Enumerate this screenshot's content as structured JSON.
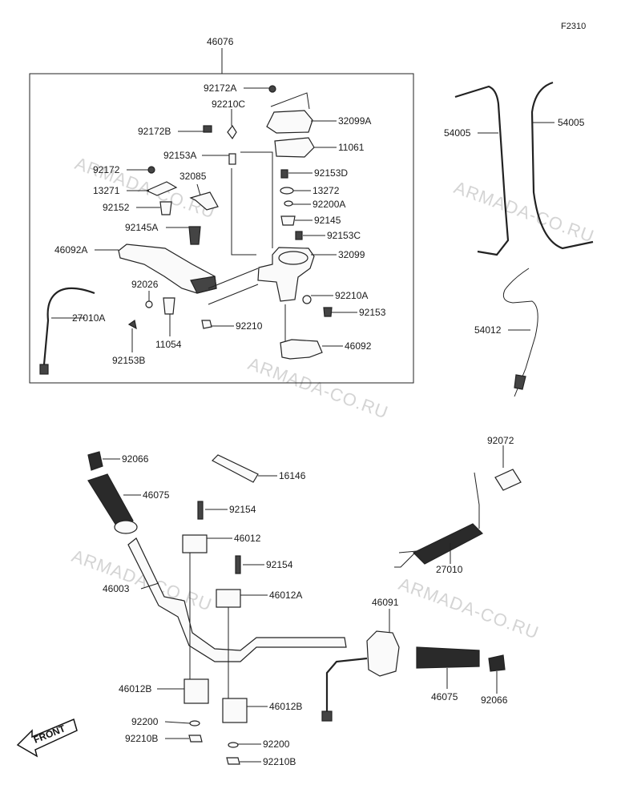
{
  "diagram": {
    "ref_code": "F2310",
    "watermark": "ARMADA-CO.RU",
    "front_label": "FRONT",
    "assembly_label": "46076",
    "labels": {
      "l_92172A": "92172A",
      "l_92210C": "92210C",
      "l_32099A": "32099A",
      "l_92172B": "92172B",
      "l_11061": "11061",
      "l_92153A": "92153A",
      "l_92153D": "92153D",
      "l_92172": "92172",
      "l_32085": "32085",
      "l_13271": "13271",
      "l_13272": "13272",
      "l_92200A": "92200A",
      "l_92152": "92152",
      "l_92145": "92145",
      "l_92145A": "92145A",
      "l_92153C": "92153C",
      "l_46092A": "46092A",
      "l_32099": "32099",
      "l_92026": "92026",
      "l_92210A": "92210A",
      "l_27010A": "27010A",
      "l_92153": "92153",
      "l_11054": "11054",
      "l_92210": "92210",
      "l_46092": "46092",
      "l_92153B": "92153B",
      "l_54005a": "54005",
      "l_54005b": "54005",
      "l_54012": "54012",
      "l_92066a": "92066",
      "l_16146": "16146",
      "l_92072": "92072",
      "l_46075a": "46075",
      "l_92154a": "92154",
      "l_46012": "46012",
      "l_27010": "27010",
      "l_92154b": "92154",
      "l_46003": "46003",
      "l_46012A": "46012A",
      "l_46091": "46091",
      "l_46012Ba": "46012B",
      "l_46012Bb": "46012B",
      "l_46075b": "46075",
      "l_92066b": "92066",
      "l_92200a": "92200",
      "l_92210Ba": "92210B",
      "l_92200b": "92200",
      "l_92210Bb": "92210B"
    }
  }
}
